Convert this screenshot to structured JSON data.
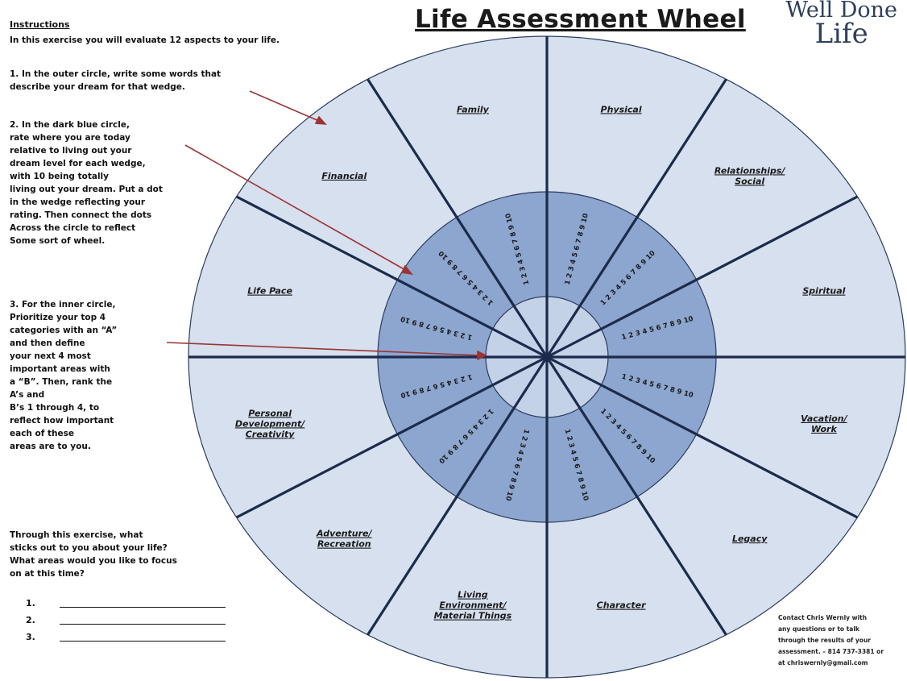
{
  "title": "Life Assessment Wheel",
  "brand": {
    "line1": "Well Done",
    "line2": "Life"
  },
  "instructions": {
    "heading": "Instructions",
    "intro": "In this exercise you will evaluate 12 aspects to your life.",
    "step1": "1. In the outer circle, write some words that\ndescribe your dream for that wedge.",
    "step2": "2. In the dark blue circle,\nrate where you are today\nrelative to living out your\ndream level for each wedge,\nwith 10 being totally\nliving out your dream. Put a dot\nin the wedge reflecting your\nrating. Then connect the dots\nAcross the circle to reflect\nSome sort of wheel.",
    "step3": "3. For the inner circle,\nPrioritize your top 4\ncategories with an “A”\nand then define\nyour next 4 most\nimportant areas with\na “B”. Then, rank the\nA’s and\nB’s 1 through 4, to\nreflect how important\neach of these\nareas are to you.",
    "reflection": "Through this exercise, what\nsticks out to you about your life?\nWhat areas would you like to focus\non at this time?"
  },
  "blanks": [
    "1.",
    "2.",
    "3."
  ],
  "contact": "Contact Chris Wernly with\nany questions or to talk\nthrough the results of your\nassessment. – 814 737-3381 or\nat chriswernly@gmail.com",
  "rating_scale": "1 2 3 4 5 6 7 8 9 10",
  "segments": [
    {
      "label": "Physical",
      "lines": [
        "Physical"
      ]
    },
    {
      "label": "Relationships/ Social",
      "lines": [
        "Relationships/",
        "Social"
      ]
    },
    {
      "label": "Spiritual",
      "lines": [
        "Spiritual"
      ]
    },
    {
      "label": "Vacation/ Work",
      "lines": [
        "Vacation/",
        "Work"
      ]
    },
    {
      "label": "Legacy",
      "lines": [
        "Legacy"
      ]
    },
    {
      "label": "Character",
      "lines": [
        "Character"
      ]
    },
    {
      "label": "Living Environment/ Material Things",
      "lines": [
        "Living",
        "Environment/",
        "Material Things"
      ]
    },
    {
      "label": "Adventure/ Recreation",
      "lines": [
        "Adventure/",
        "Recreation"
      ]
    },
    {
      "label": "Personal Development/ Creativity",
      "lines": [
        "Personal",
        "Development/",
        "Creativity"
      ]
    },
    {
      "label": "Life Pace",
      "lines": [
        "Life Pace"
      ]
    },
    {
      "label": "Financial",
      "lines": [
        "Financial"
      ]
    },
    {
      "label": "Family",
      "lines": [
        "Family"
      ]
    }
  ],
  "colors": {
    "outer": "#d6e0ef",
    "middle": "#8ca6cf",
    "inner": "#c4d2e8",
    "lines": "#1c2b4b",
    "arrow": "#9c3434"
  }
}
